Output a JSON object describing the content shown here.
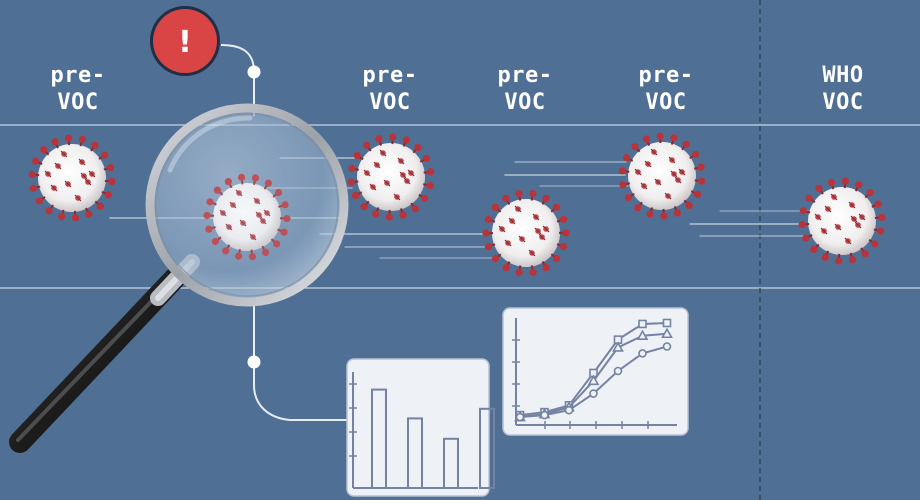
{
  "stages": [
    {
      "id": "pre-voc-1",
      "line1": "pre-",
      "line2": "VOC"
    },
    {
      "id": "pre-voc-2",
      "line1": "pre-",
      "line2": "VOC"
    },
    {
      "id": "pre-voc-3",
      "line1": "pre-",
      "line2": "VOC"
    },
    {
      "id": "pre-voc-4",
      "line1": "pre-",
      "line2": "VOC"
    },
    {
      "id": "who-voc",
      "line1": "WHO",
      "line2": "VOC"
    }
  ],
  "alert": {
    "symbol": "!",
    "color": "#d94545"
  },
  "icons": [
    "exclamation-icon",
    "magnifying-glass-icon",
    "virus-icon",
    "bar-chart-icon",
    "line-chart-icon"
  ],
  "colors": {
    "background": "#4f6f94",
    "virus": "#b8343a",
    "chart_panel": "#eef1f6",
    "chart_stroke": "#7583a3"
  },
  "bar_chart_values": [
    0.82,
    0.58,
    0.41,
    0.66
  ],
  "line_chart_series": [
    [
      0.05,
      0.08,
      0.15,
      0.48,
      0.82,
      0.98,
      0.99
    ],
    [
      0.03,
      0.06,
      0.13,
      0.4,
      0.74,
      0.86,
      0.88
    ],
    [
      0.03,
      0.05,
      0.1,
      0.27,
      0.5,
      0.68,
      0.75
    ]
  ]
}
